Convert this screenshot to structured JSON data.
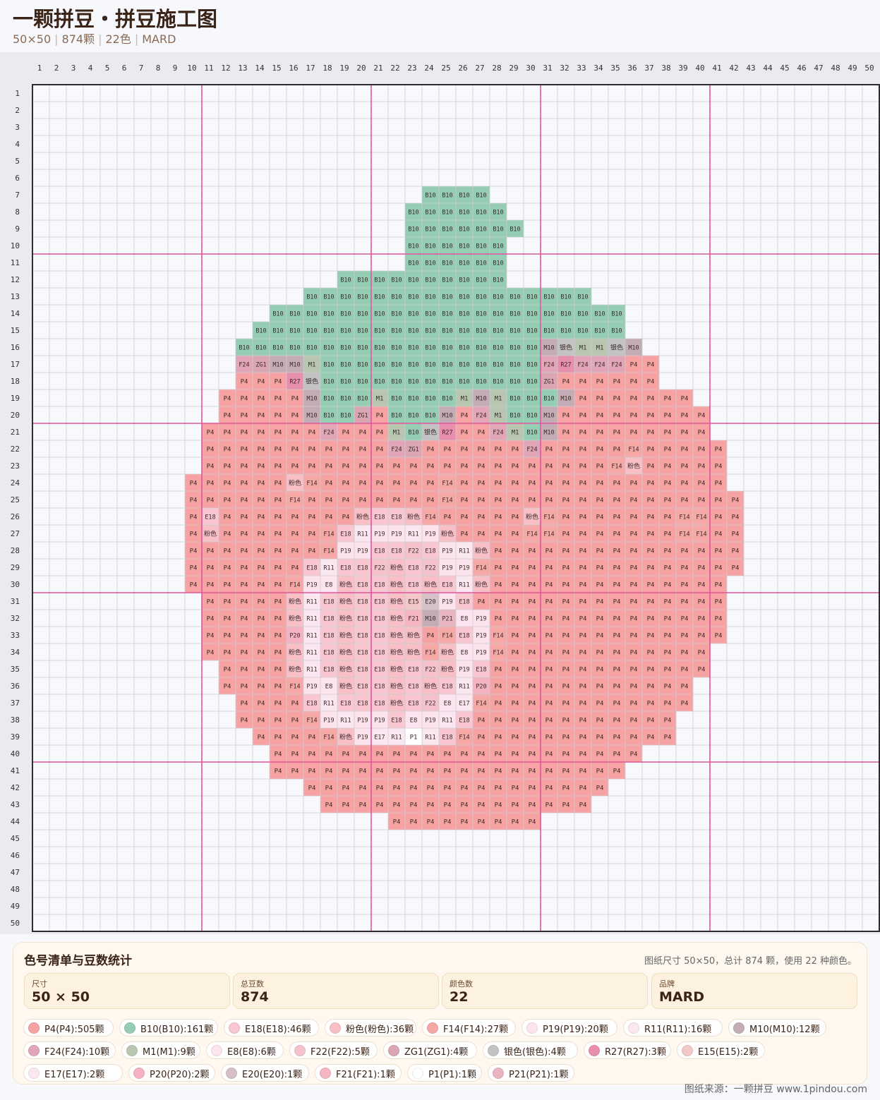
{
  "header": {
    "title": "一颗拼豆・拼豆施工图",
    "dims": "50×50",
    "count": "874颗",
    "colors": "22色",
    "brand": "MARD"
  },
  "grid": {
    "cols": 50,
    "rows": 50,
    "palette": {
      "P4": "#f8a3a3",
      "B10": "#96cdb5",
      "E18": "#f8c7d1",
      "粉色": "#f8bfc7",
      "F14": "#f6a8a6",
      "P19": "#fde4ec",
      "R11": "#fbe7ef",
      "M10": "#c4acb4",
      "F24": "#e1a6b8",
      "M1": "#bac7b0",
      "E8": "#fde5ef",
      "F22": "#f5c2cc",
      "ZG1": "#dba6b4",
      "银色": "#c3c3c3",
      "R27": "#e88fae",
      "E15": "#f3c8c9",
      "E17": "#fbe7f0",
      "P20": "#f5b2c0",
      "E20": "#d6c1c8",
      "F21": "#f5b6c2",
      "P1": "#ffffff",
      "P21": "#e8b6c0"
    },
    "rows_data": [
      "",
      "",
      "",
      "",
      "",
      "",
      "24:B10 B10 B10 B10",
      "23:B10 B10 B10 B10 B10 B10",
      "23:B10 B10 B10 B10 B10 B10 B10",
      "23:B10 B10 B10 B10 B10 B10",
      "23:B10 B10 B10 B10 B10 B10",
      "19:B10 B10 B10 B10 B10 B10 B10 B10 B10 B10",
      "17:B10 B10 B10 B10 B10 B10 B10 B10 B10 B10 B10 B10 B10 B10 B10 B10 B10",
      "15:B10 B10 B10 B10 B10 B10 B10 B10 B10 B10 B10 B10 B10 B10 B10 B10 B10 B10 B10 B10 B10",
      "14:B10 B10 B10 B10 B10 B10 B10 B10 B10 B10 B10 B10 B10 B10 B10 B10 B10 B10 B10 B10 B10 B10",
      "13:B10 B10 B10 B10 B10 B10 B10 B10 B10 B10 B10 B10 B10 B10 B10 B10 B10 B10 M10 银色 M1 M1 银色 M10",
      "13:F24 ZG1 M10 M10 M1 B10 B10 B10 B10 B10 B10 B10 B10 B10 B10 B10 B10 B10 F24 R27 F24 F24 F24 P4 P4",
      "13:P4 P4 P4 R27 银色 B10 B10 B10 B10 B10 B10 B10 B10 B10 B10 B10 B10 B10 ZG1 P4 P4 P4 P4 P4 P4",
      "12:P4 P4 P4 P4 P4 M10 B10 B10 B10 M1 B10 B10 B10 B10 M1 M10 M1 B10 B10 B10 M10 P4 P4 P4 P4 P4 P4 P4",
      "12:P4 P4 P4 P4 P4 M10 B10 B10 ZG1 P4 B10 B10 B10 M10 P4 F24 M1 B10 B10 M10 P4 P4 P4 P4 P4 P4 P4 P4 P4",
      "11:P4 P4 P4 P4 P4 P4 P4 F24 P4 P4 P4 M1 B10 银色 R27 P4 P4 F24 M1 B10 M10 P4 P4 P4 P4 P4 P4 P4 P4 P4",
      "11:P4 P4 P4 P4 P4 P4 P4 P4 P4 P4 P4 F24 ZG1 P4 P4 P4 P4 P4 P4 F24 P4 P4 P4 P4 P4 F14 P4 P4 P4 P4 P4",
      "11:P4 P4 P4 P4 P4 P4 P4 P4 P4 P4 P4 P4 P4 P4 P4 P4 P4 P4 P4 P4 P4 P4 P4 P4 F14 粉色 P4 P4 P4 P4 P4",
      "10:P4 P4 P4 P4 P4 P4 粉色 F14 P4 P4 P4 P4 P4 P4 P4 F14 P4 P4 P4 P4 P4 P4 P4 P4 P4 P4 P4 P4 P4 P4 P4 P4",
      "10:P4 P4 P4 P4 P4 P4 F14 P4 P4 P4 P4 P4 P4 P4 P4 F14 P4 P4 P4 P4 P4 P4 P4 P4 P4 P4 P4 P4 P4 P4 P4 P4 P4",
      "10:P4 E18 P4 P4 P4 P4 P4 P4 P4 P4 粉色 E18 E18 粉色 F14 P4 P4 P4 P4 P4 粉色 F14 P4 P4 P4 P4 P4 P4 P4 F14 F14 P4 P4",
      "10:P4 粉色 P4 P4 P4 P4 P4 P4 F14 E18 R11 P19 P19 R11 P19 粉色 P4 P4 P4 P4 F14 F14 P4 P4 P4 P4 P4 P4 P4 F14 F14 P4 P4",
      "10:P4 P4 P4 P4 P4 P4 P4 P4 F14 P19 P19 E18 E18 F22 E18 P19 R11 粉色 P4 P4 P4 P4 P4 P4 P4 P4 P4 P4 P4 P4 P4 P4 P4",
      "10:P4 P4 P4 P4 P4 P4 P4 E18 R11 E18 E18 F22 粉色 E18 F22 P19 P19 F14 P4 P4 P4 P4 P4 P4 P4 P4 P4 P4 P4 P4 P4 P4 P4",
      "10:P4 P4 P4 P4 P4 P4 F14 P19 E8 粉色 E18 E18 粉色 E18 粉色 E18 R11 粉色 P4 P4 P4 P4 P4 P4 P4 P4 P4 P4 P4 P4 P4 P4",
      "11:P4 P4 P4 P4 P4 粉色 R11 E18 粉色 E18 E18 粉色 E15 E20 P19 E18 P4 P4 P4 P4 P4 P4 P4 P4 P4 P4 P4 P4 P4 P4 P4",
      "11:P4 P4 P4 P4 P4 粉色 R11 E18 粉色 E18 E18 粉色 F21 M10 P21 E8 P19 P4 P4 P4 P4 P4 P4 P4 P4 P4 P4 P4 P4 P4 P4",
      "11:P4 P4 P4 P4 P4 P20 R11 E18 粉色 E18 E18 粉色 粉色 P4 F14 E18 P19 F14 P4 P4 P4 P4 P4 P4 P4 P4 P4 P4 P4 P4 P4",
      "11:P4 P4 P4 P4 P4 粉色 R11 E18 粉色 E18 E18 粉色 粉色 F14 粉色 E8 P19 F14 P4 P4 P4 P4 P4 P4 P4 P4 P4 P4 P4 P4",
      "12:P4 P4 P4 P4 粉色 R11 E18 粉色 E18 E18 粉色 E18 F22 粉色 P19 E18 P4 P4 P4 P4 P4 P4 P4 P4 P4 P4 P4 P4 P4",
      "12:P4 P4 P4 P4 F14 P19 E8 粉色 E18 E18 粉色 E18 粉色 E18 R11 P20 P4 P4 P4 P4 P4 P4 P4 P4 P4 P4 P4 P4",
      "13:P4 P4 P4 P4 E18 R11 E18 E18 E18 粉色 E18 F22 E8 E17 F14 P4 P4 P4 P4 P4 P4 P4 P4 P4 P4 P4 P4",
      "13:P4 P4 P4 P4 F14 P19 R11 P19 P19 E18 E8 P19 R11 E18 P4 P4 P4 P4 P4 P4 P4 P4 P4 P4 P4 P4",
      "14:P4 P4 P4 P4 F14 粉色 P19 E17 R11 P1 R11 E18 F14 P4 P4 P4 P4 P4 P4 P4 P4 P4 P4 P4 P4",
      "15:P4 P4 P4 P4 P4 P4 P4 P4 P4 P4 P4 P4 P4 P4 P4 P4 P4 P4 P4 P4 P4 P4",
      "15:P4 P4 P4 P4 P4 P4 P4 P4 P4 P4 P4 P4 P4 P4 P4 P4 P4 P4 P4 P4 P4",
      "17:P4 P4 P4 P4 P4 P4 P4 P4 P4 P4 P4 P4 P4 P4 P4 P4 P4 P4",
      "18:P4 P4 P4 P4 P4 P4 P4 P4 P4 P4 P4 P4 P4 P4 P4 P4",
      "22:P4 P4 P4 P4 P4 P4 P4 P4 P4",
      "",
      "",
      "",
      "",
      "",
      ""
    ]
  },
  "legend": {
    "title": "色号清单与豆数统计",
    "summary": "图纸尺寸 50×50，总计 874 颗，使用 22 种颜色。",
    "stats": [
      {
        "label": "尺寸",
        "value": "50 × 50"
      },
      {
        "label": "总豆数",
        "value": "874"
      },
      {
        "label": "颜色数",
        "value": "22"
      },
      {
        "label": "品牌",
        "value": "MARD"
      }
    ],
    "items": [
      {
        "text": "P4(P4):505颗",
        "color": "#f8a3a3"
      },
      {
        "text": "B10(B10):161颗",
        "color": "#96cdb5"
      },
      {
        "text": "E18(E18):46颗",
        "color": "#f8c7d1"
      },
      {
        "text": "粉色(粉色):36颗",
        "color": "#f8bfc7"
      },
      {
        "text": "F14(F14):27颗",
        "color": "#f6a8a6"
      },
      {
        "text": "P19(P19):20颗",
        "color": "#fde4ec"
      },
      {
        "text": "R11(R11):16颗",
        "color": "#fbe7ef"
      },
      {
        "text": "M10(M10):12颗",
        "color": "#c4acb4"
      },
      {
        "text": "F24(F24):10颗",
        "color": "#e1a6b8"
      },
      {
        "text": "M1(M1):9颗",
        "color": "#bac7b0"
      },
      {
        "text": "E8(E8):6颗",
        "color": "#fde5ef"
      },
      {
        "text": "F22(F22):5颗",
        "color": "#f5c2cc"
      },
      {
        "text": "ZG1(ZG1):4颗",
        "color": "#dba6b4"
      },
      {
        "text": "银色(银色):4颗",
        "color": "#c3c3c3"
      },
      {
        "text": "R27(R27):3颗",
        "color": "#e88fae"
      },
      {
        "text": "E15(E15):2颗",
        "color": "#f3c8c9"
      },
      {
        "text": "E17(E17):2颗",
        "color": "#fbe7f0"
      },
      {
        "text": "P20(P20):2颗",
        "color": "#f5b2c0"
      },
      {
        "text": "E20(E20):1颗",
        "color": "#d6c1c8"
      },
      {
        "text": "F21(F21):1颗",
        "color": "#f5b6c2"
      },
      {
        "text": "P1(P1):1颗",
        "color": "#ffffff"
      },
      {
        "text": "P21(P21):1颗",
        "color": "#e8b6c0"
      }
    ]
  },
  "footer": {
    "source": "图纸来源：一颗拼豆 www.1pindou.com"
  },
  "colors": {
    "accent_line": "#e0569b",
    "grid_line": "#c9ccd4",
    "border": "#2b2b3a"
  }
}
